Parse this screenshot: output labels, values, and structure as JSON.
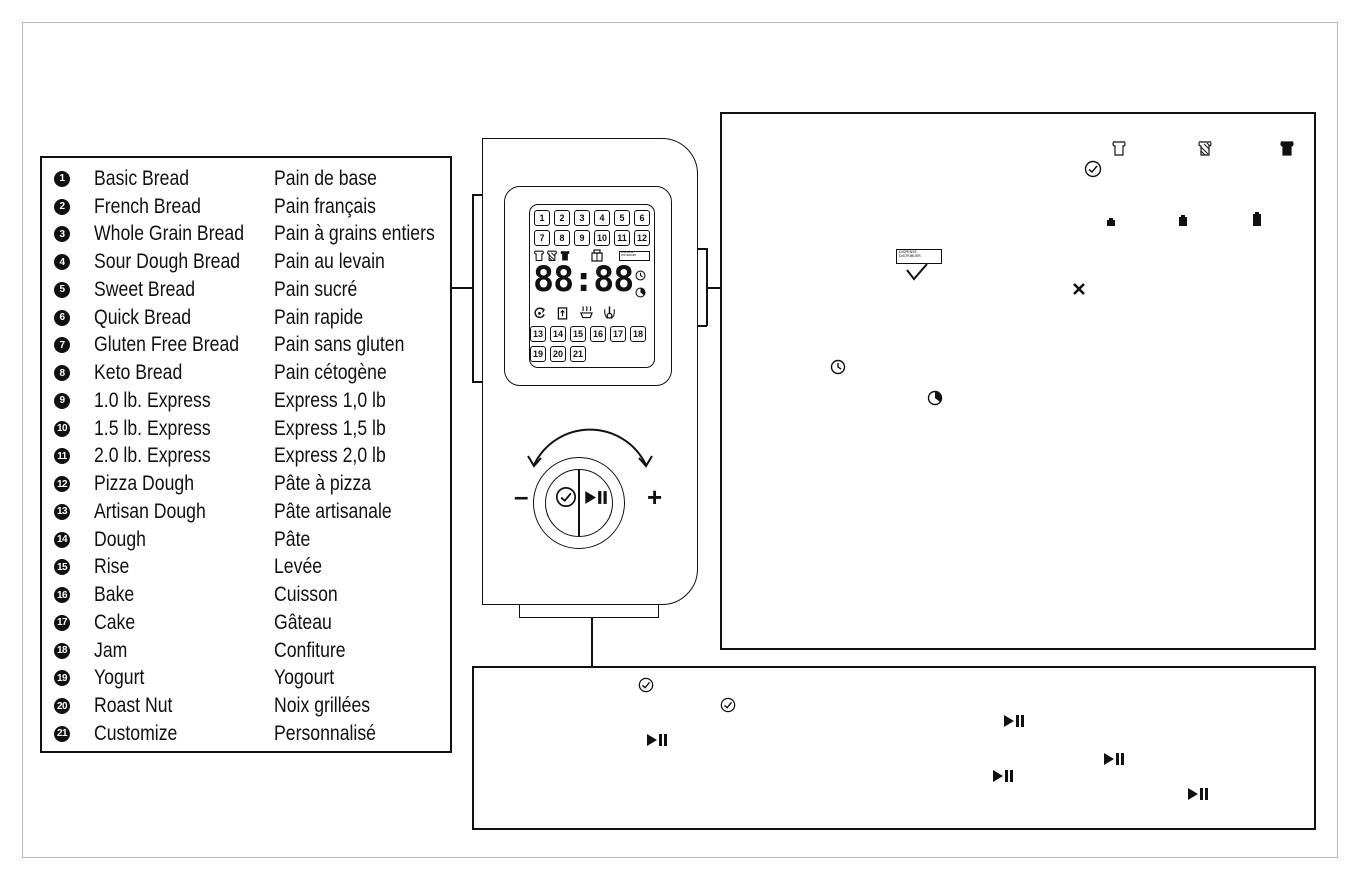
{
  "programs": [
    {
      "num": "1",
      "en": "Basic Bread",
      "fr": "Pain de base"
    },
    {
      "num": "2",
      "en": "French Bread",
      "fr": "Pain français"
    },
    {
      "num": "3",
      "en": "Whole Grain Bread",
      "fr": "Pain à grains entiers"
    },
    {
      "num": "4",
      "en": "Sour Dough Bread",
      "fr": "Pain  au levain"
    },
    {
      "num": "5",
      "en": "Sweet   Bread",
      "fr": "Pain sucré"
    },
    {
      "num": "6",
      "en": "Quick Bread",
      "fr": "Pain rapide"
    },
    {
      "num": "7",
      "en": "Gluten Free Bread",
      "fr": "Pain sans gluten"
    },
    {
      "num": "8",
      "en": "Keto Bread",
      "fr": "Pain cétogène"
    },
    {
      "num": "9",
      "en": "1.0 lb. Express",
      "fr": "Express 1,0  lb"
    },
    {
      "num": "10",
      "en": "1.5 lb. Express",
      "fr": "Express 1,5  lb"
    },
    {
      "num": "11",
      "en": "2.0 lb. Express",
      "fr": "Express 2,0  lb"
    },
    {
      "num": "12",
      "en": "Pizza Dough",
      "fr": "Pâte à pizza"
    },
    {
      "num": "13",
      "en": "Artisan Dough",
      "fr": "Pâte  artisanale"
    },
    {
      "num": "14",
      "en": "Dough",
      "fr": "Pâte"
    },
    {
      "num": "15",
      "en": "Rise",
      "fr": "Levée"
    },
    {
      "num": "16",
      "en": "Bake",
      "fr": "Cuisson"
    },
    {
      "num": "17",
      "en": "Cake",
      "fr": "Gâteau"
    },
    {
      "num": "18",
      "en": "Jam",
      "fr": "Confiture"
    },
    {
      "num": "19",
      "en": "Yogurt",
      "fr": "Yogourt"
    },
    {
      "num": "20",
      "en": "Roast Nut",
      "fr": "Noix grillées"
    },
    {
      "num": "21",
      "en": "Customize",
      "fr": "Personnalisé"
    }
  ],
  "display": {
    "cells_top": [
      "1",
      "2",
      "3",
      "4",
      "5",
      "6",
      "7",
      "8",
      "9",
      "10",
      "11",
      "12"
    ],
    "cells_bottom": [
      "13",
      "14",
      "15",
      "16",
      "17",
      "18",
      "19",
      "20",
      "21"
    ],
    "time": "88:88",
    "dispense_badge_line1": "DISPENSE",
    "dispense_badge_line2": "DISTRIBUER"
  },
  "controls": {
    "minus": "–",
    "plus": "+"
  },
  "icons": {
    "check": "check-circle-icon",
    "play_pause": "play-pause-icon",
    "clock": "clock-icon",
    "timer": "timer-icon",
    "cancel": "x-icon",
    "crust_light": "crust-light-icon",
    "crust_medium": "crust-medium-icon",
    "crust_dark": "crust-dark-icon",
    "loaf_small": "loaf-small-icon",
    "loaf_medium": "loaf-medium-icon",
    "loaf_large": "loaf-large-icon"
  }
}
